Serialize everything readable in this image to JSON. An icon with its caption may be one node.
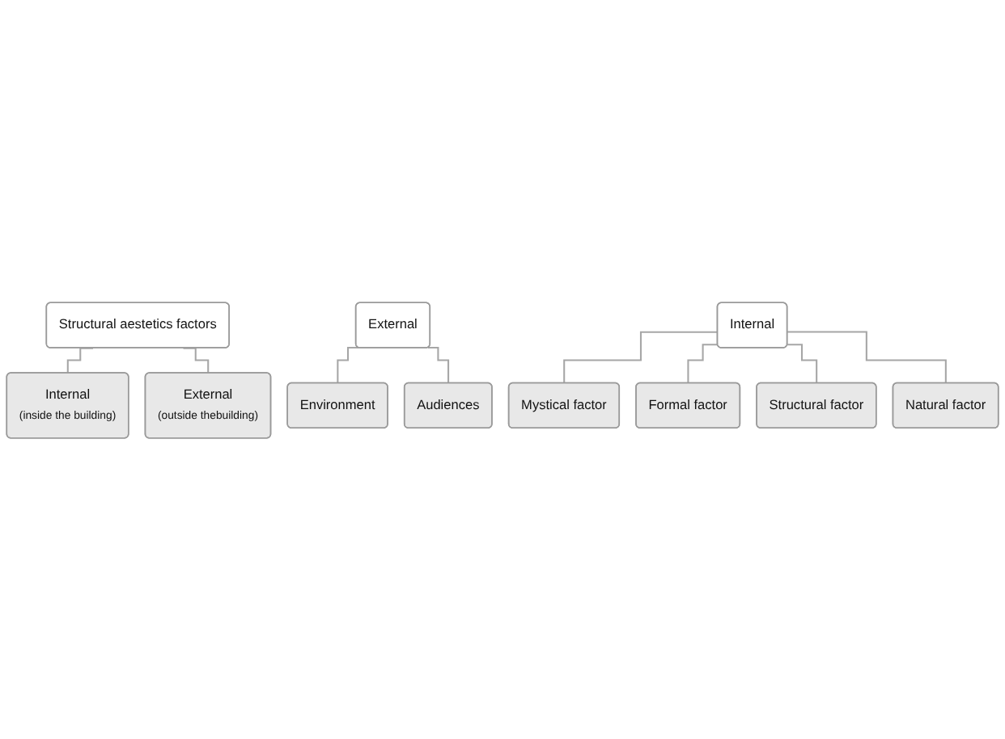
{
  "diagram": {
    "nodes": [
      {
        "text": [
          "Structural aestetics factors"
        ]
      },
      {
        "text": [
          "Internal",
          "(inside the building)"
        ]
      },
      {
        "text": [
          "External",
          "(outside thebuilding)"
        ]
      },
      {
        "text": [
          "External"
        ]
      },
      {
        "text": [
          "Environment"
        ]
      },
      {
        "text": [
          "Audiences"
        ]
      },
      {
        "text": [
          "Internal"
        ]
      },
      {
        "text": [
          "Mystical factor"
        ]
      },
      {
        "text": [
          "Formal factor"
        ]
      },
      {
        "text": [
          "Structural factor"
        ]
      },
      {
        "text": [
          "Natural factor"
        ]
      }
    ],
    "edges": [
      {
        "from": 0,
        "to": 1,
        "arrow": "none"
      },
      {
        "from": 0,
        "to": 2,
        "arrow": "none"
      },
      {
        "from": 3,
        "to": 4,
        "arrow": "none"
      },
      {
        "from": 3,
        "to": 5,
        "arrow": "none"
      },
      {
        "from": 6,
        "to": 7,
        "arrow": "none"
      },
      {
        "from": 6,
        "to": 8,
        "arrow": "none"
      },
      {
        "from": 6,
        "to": 9,
        "arrow": "none"
      },
      {
        "from": 6,
        "to": 10,
        "arrow": "none"
      }
    ]
  }
}
